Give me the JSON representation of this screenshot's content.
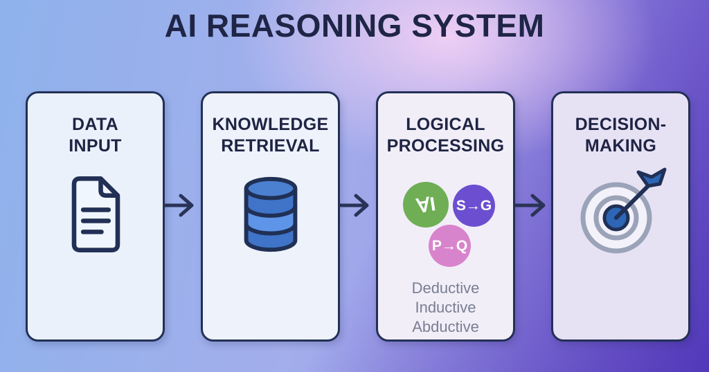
{
  "title": "AI REASONING SYSTEM",
  "stages": [
    {
      "name": "data-input",
      "label": "DATA\nINPUT",
      "icon": "document-icon"
    },
    {
      "name": "knowledge-retrieval",
      "label": "KNOWLEDGE\nRETRIEVAL",
      "icon": "database-icon"
    },
    {
      "name": "logical-processing",
      "label": "LOGICAL\nPROCESSING",
      "icon": "logic-symbol-circles",
      "symbols": [
        {
          "text": "∀I",
          "color": "#6fae55"
        },
        {
          "text": "S→G",
          "color": "#6b4fd0"
        },
        {
          "text": "P→Q",
          "color": "#d884cc"
        }
      ],
      "methods": [
        "Deductive",
        "Inductive",
        "Abductive"
      ]
    },
    {
      "name": "decision-making",
      "label": "DECISION-\nMAKING",
      "icon": "target-icon"
    }
  ],
  "colors": {
    "title_text": "#1f2546",
    "card_border": "#223055",
    "arrow": "#2a3357",
    "methods_text": "#787e92",
    "background_blue": "#8fb2ec",
    "background_purple": "#5138b8",
    "background_pink": "#f3d1f4",
    "database_blue": "#3f74c8",
    "bullseye_blue": "#2d66b4",
    "deductive_green": "#6fae55",
    "inductive_purple": "#6b4fd0",
    "abductive_pink": "#d884cc"
  }
}
